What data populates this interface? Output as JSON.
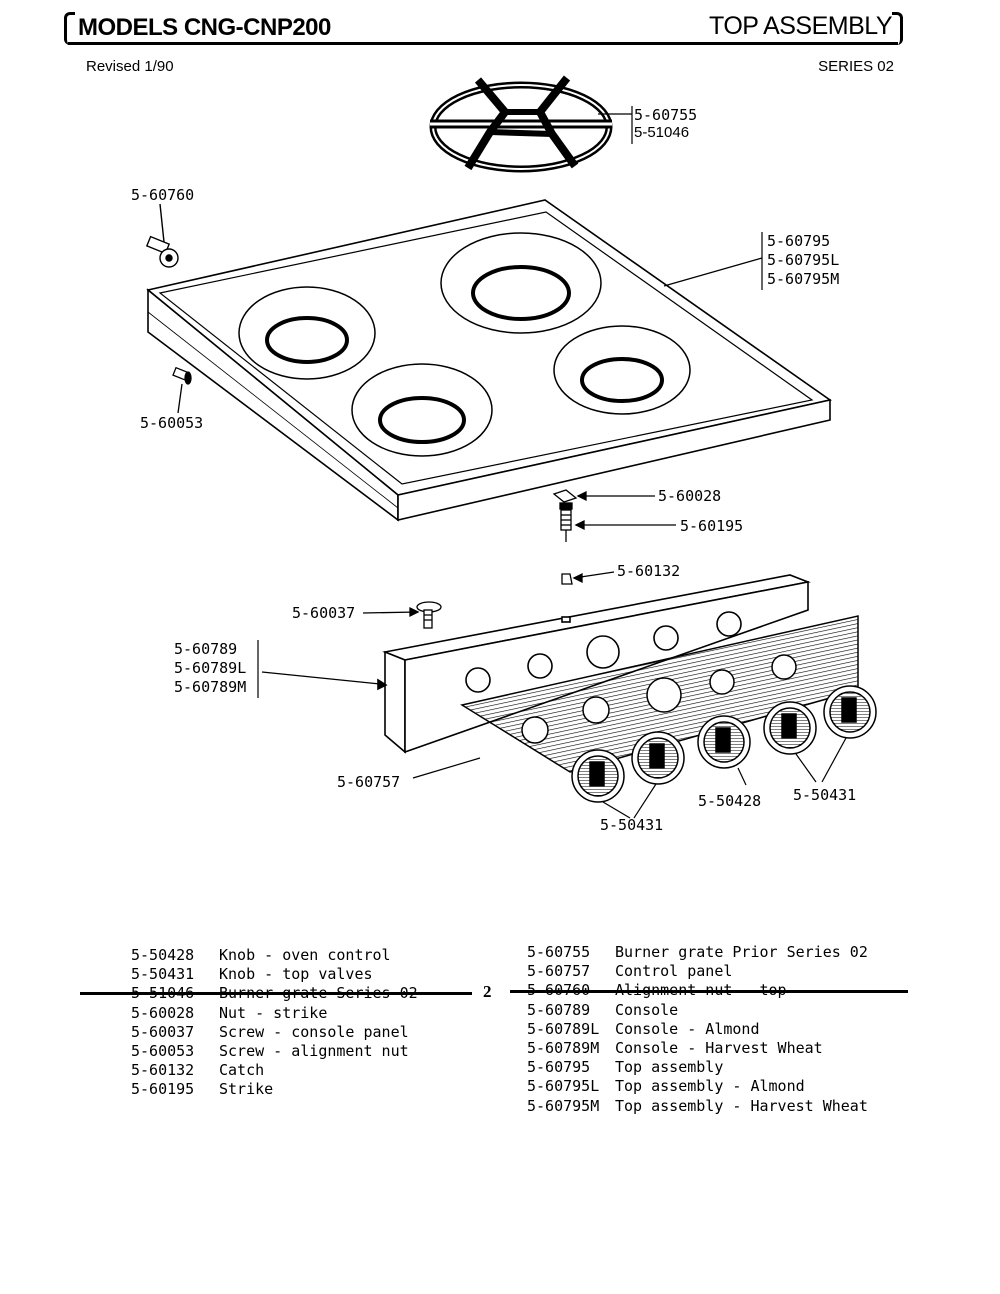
{
  "header": {
    "models": "MODELS CNG-CNP200",
    "section": "TOP ASSEMBLY",
    "revised": "Revised 1/90",
    "series": "SERIES 02"
  },
  "callouts": {
    "grate_a": "5-60755",
    "grate_b": "5-51046",
    "align_nut": "5-60760",
    "top_a": "5-60795",
    "top_b": "5-60795L",
    "top_c": "5-60795M",
    "screw_align": "5-60053",
    "nut": "5-60028",
    "strike": "5-60195",
    "catch": "5-60132",
    "screw_console": "5-60037",
    "console_a": "5-60789",
    "console_b": "5-60789L",
    "console_c": "5-60789M",
    "panel": "5-60757",
    "knob_oven": "5-50428",
    "knob_top_right": "5-50431",
    "knob_top_left": "5-50431"
  },
  "parts_left": [
    {
      "num": "5-50428",
      "desc": "Knob - oven control"
    },
    {
      "num": "5-50431",
      "desc": "Knob - top valves"
    },
    {
      "num": "5-51046",
      "desc": "Burner grate Series 02"
    },
    {
      "num": "5-60028",
      "desc": "Nut - strike"
    },
    {
      "num": "5-60037",
      "desc": "Screw - console panel"
    },
    {
      "num": "5-60053",
      "desc": "Screw - alignment nut"
    },
    {
      "num": "5-60132",
      "desc": "Catch"
    },
    {
      "num": "5-60195",
      "desc": "Strike"
    }
  ],
  "parts_right": [
    {
      "num": "5-60755",
      "desc": "Burner grate Prior Series 02"
    },
    {
      "num": "5-60757",
      "desc": "Control panel"
    },
    {
      "num": "5-60760",
      "desc": "Alignment nut - top"
    },
    {
      "num": "5-60789",
      "desc": "Console"
    },
    {
      "num": "5-60789L",
      "desc": "Console - Almond"
    },
    {
      "num": "5-60789M",
      "desc": "Console - Harvest Wheat"
    },
    {
      "num": "5-60795",
      "desc": "Top assembly"
    },
    {
      "num": "5-60795L",
      "desc": "Top assembly - Almond"
    },
    {
      "num": "5-60795M",
      "desc": "Top assembly - Harvest Wheat"
    }
  ],
  "footer": {
    "page": "2"
  }
}
